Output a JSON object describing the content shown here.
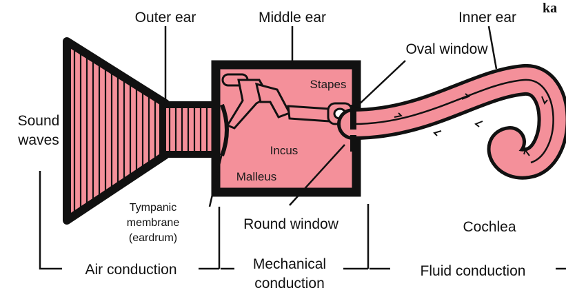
{
  "corner_text": "ka",
  "colors": {
    "tissue": "#f4909a",
    "outline": "#111111",
    "background": "#ffffff"
  },
  "labels": {
    "outer_ear": "Outer ear",
    "middle_ear": "Middle ear",
    "inner_ear": "Inner ear",
    "oval_window": "Oval window",
    "stapes": "Stapes",
    "incus": "Incus",
    "malleus": "Malleus",
    "sound_waves": [
      "Sound",
      "waves"
    ],
    "tympanic_membrane": [
      "Tympanic",
      "membrane",
      "(eardrum)"
    ],
    "round_window": "Round window",
    "cochlea": "Cochlea",
    "air_conduction": "Air conduction",
    "mechanical_conduction": [
      "Mechanical",
      "conduction"
    ],
    "fluid_conduction": "Fluid conduction"
  }
}
